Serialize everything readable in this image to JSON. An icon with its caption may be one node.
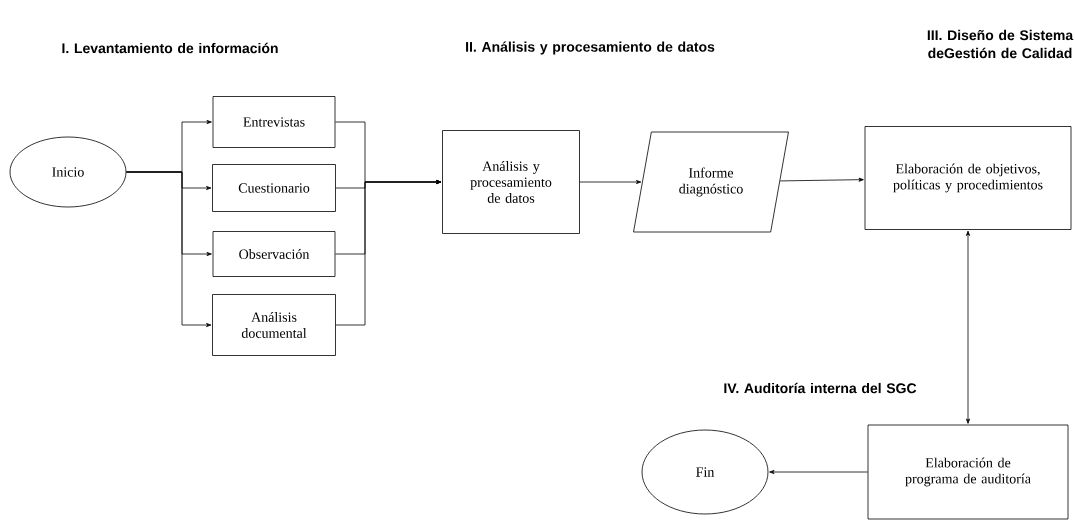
{
  "diagram": {
    "nodes": [
      {
        "text": [
          "Inicio"
        ]
      },
      {
        "text": [
          "Entrevistas"
        ]
      },
      {
        "text": [
          "Cuestionario"
        ]
      },
      {
        "text": [
          "Observación"
        ]
      },
      {
        "text": [
          "Análisis documental"
        ]
      },
      {
        "text": [
          "Análisis y procesamiento de datos"
        ]
      },
      {
        "text": [
          "Informe diagnóstico"
        ]
      },
      {
        "text": [
          "Elaboración de objetivos, políticas y procedimientos"
        ]
      },
      {
        "text": [
          "Elaboración de programa de auditoría"
        ]
      },
      {
        "text": [
          "Fin"
        ]
      }
    ],
    "edges": [
      {
        "from": 0,
        "to": 1,
        "arrow": "to"
      },
      {
        "from": 0,
        "to": 2,
        "arrow": "to"
      },
      {
        "from": 0,
        "to": 3,
        "arrow": "to"
      },
      {
        "from": 0,
        "to": 4,
        "arrow": "to"
      },
      {
        "from": 1,
        "to": 5,
        "arrow": "to"
      },
      {
        "from": 2,
        "to": 5,
        "arrow": "to"
      },
      {
        "from": 3,
        "to": 5,
        "arrow": "to"
      },
      {
        "from": 4,
        "to": 5,
        "arrow": "to"
      },
      {
        "from": 5,
        "to": 6,
        "arrow": "to"
      },
      {
        "from": 6,
        "to": 7,
        "arrow": "to"
      },
      {
        "from": 7,
        "to": 8,
        "arrow": "both"
      },
      {
        "from": 8,
        "to": 9,
        "arrow": "to"
      }
    ],
    "labels": [
      "I. Levantamiento de información",
      "II. Análisis y procesamiento de datos",
      "III. Diseño de Sistema deGestión de Calidad",
      "IV. Auditoría interna del SGC"
    ]
  }
}
